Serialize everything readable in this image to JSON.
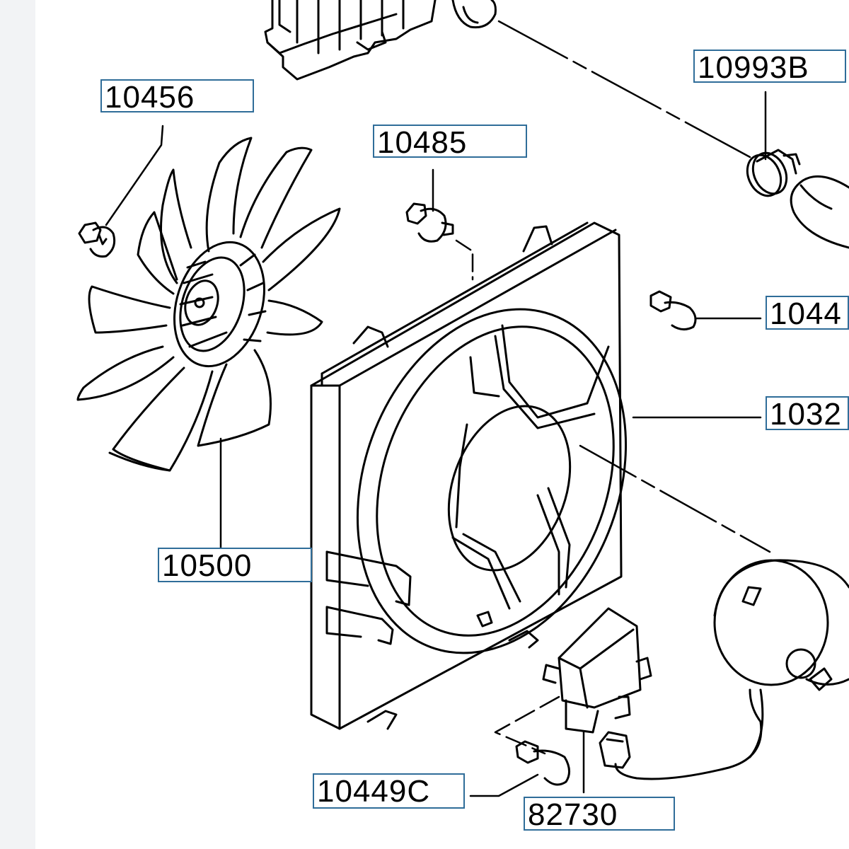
{
  "diagram": {
    "part_numbers": [
      {
        "id": "10456",
        "label": "10456"
      },
      {
        "id": "10485",
        "label": "10485"
      },
      {
        "id": "10993B",
        "label": "10993B"
      },
      {
        "id": "10449",
        "label": "1044"
      },
      {
        "id": "10320",
        "label": "1032"
      },
      {
        "id": "10500",
        "label": "10500"
      },
      {
        "id": "10449C",
        "label": "10449C"
      },
      {
        "id": "82730",
        "label": "82730"
      }
    ],
    "colors": {
      "callout_border": "#2f6d99",
      "line_art": "#000000",
      "background": "#ffffff",
      "left_strip": "#f2f3f5"
    }
  }
}
